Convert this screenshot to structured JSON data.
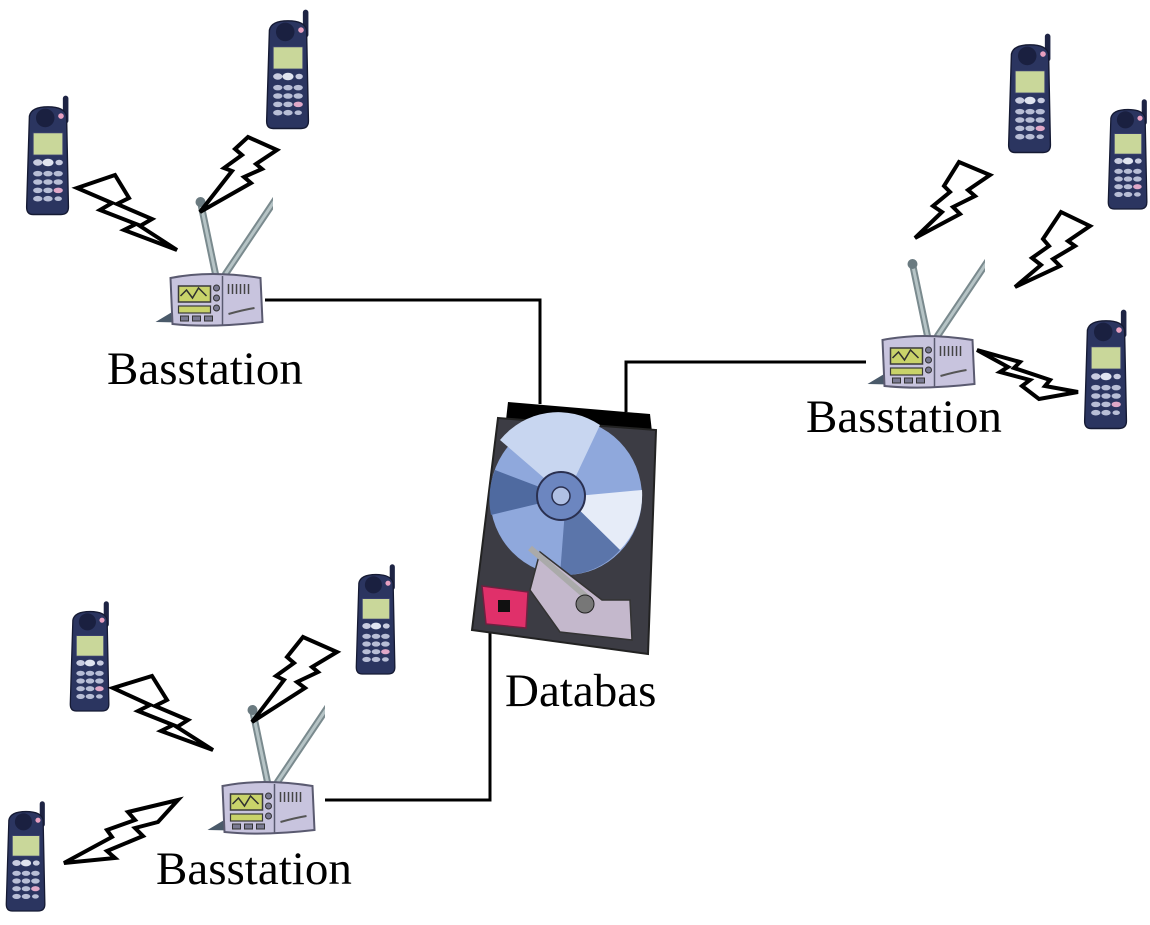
{
  "title": "Mobile network: base stations connected to a database",
  "nodes": {
    "database": {
      "label": "Databas",
      "icon": "hard-drive-icon"
    },
    "base_stations": [
      {
        "id": "top-left",
        "label": "Basstation",
        "icon": "base-station-icon",
        "phones": 2
      },
      {
        "id": "right",
        "label": "Basstation",
        "icon": "base-station-icon",
        "phones": 3
      },
      {
        "id": "bottom-left",
        "label": "Basstation",
        "icon": "base-station-icon",
        "phones": 3
      }
    ],
    "phone_icon": "mobile-phone-icon",
    "signal_icon": "lightning-bolt-icon"
  },
  "edges": [
    {
      "from": "top-left",
      "to": "database",
      "type": "wire"
    },
    {
      "from": "right",
      "to": "database",
      "type": "wire"
    },
    {
      "from": "bottom-left",
      "to": "database",
      "type": "wire"
    }
  ],
  "colors": {
    "phone_body": "#2b3560",
    "phone_screen": "#c9d79a",
    "station_body": "#c8c4de",
    "disk_platter": "#8fa8dc",
    "disk_case": "#3c3c44",
    "disk_chip": "#e0306a"
  }
}
